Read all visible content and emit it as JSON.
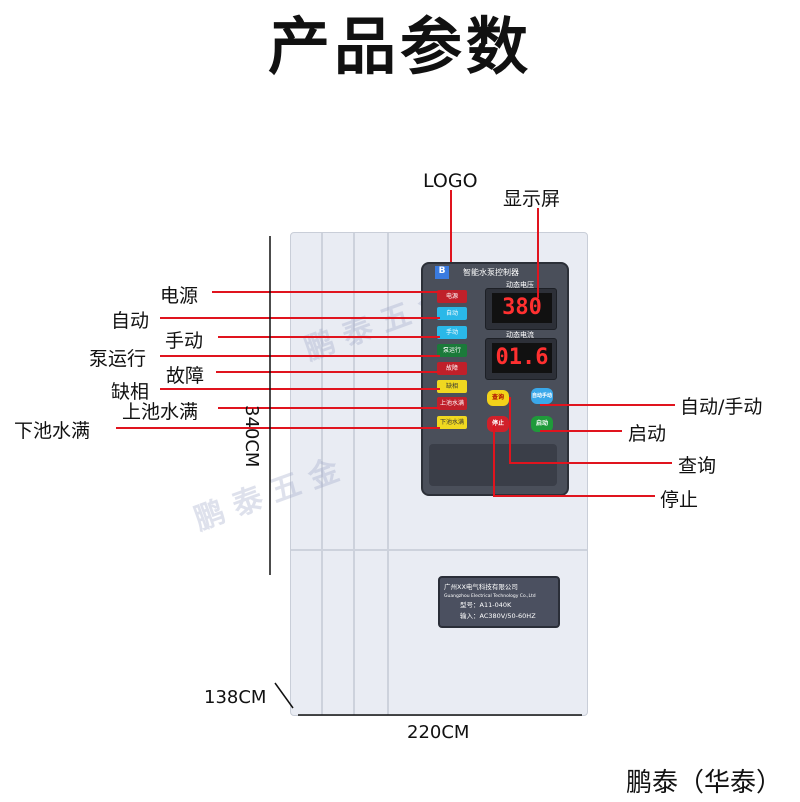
{
  "title": "产品参数",
  "device": {
    "panel_title": "智能水泵控制器",
    "voltage_label": "动态电压",
    "voltage_value": "380",
    "current_label": "动态电流",
    "current_value": "01.6",
    "indicators": [
      "电源",
      "自动",
      "手动",
      "泵运行",
      "故障",
      "缺相",
      "上池水满",
      "下池水满"
    ],
    "buttons": {
      "query": "查询",
      "auto_manual": "自动手动",
      "stop": "停止",
      "start": "启动"
    },
    "nameplate": {
      "company": "广州XX电气科技有限公司",
      "company_en": "Guangzhou Electrical Technology Co.,Ltd",
      "model": "型号：A11-040K",
      "input": "输入：AC380V/50-60HZ"
    }
  },
  "callouts": {
    "logo": "LOGO",
    "display": "显示屏",
    "left": [
      "电源",
      "自动",
      "手动",
      "泵运行",
      "故障",
      "缺相",
      "上池水满",
      "下池水满"
    ],
    "right": [
      "自动/手动",
      "启动",
      "查询",
      "停止"
    ]
  },
  "dimensions": {
    "height": "340CM",
    "depth": "138CM",
    "width": "220CM"
  },
  "brand": "鹏泰（华泰）",
  "colors": {
    "line": "#e0141e",
    "panel": "#4a4f5a"
  }
}
